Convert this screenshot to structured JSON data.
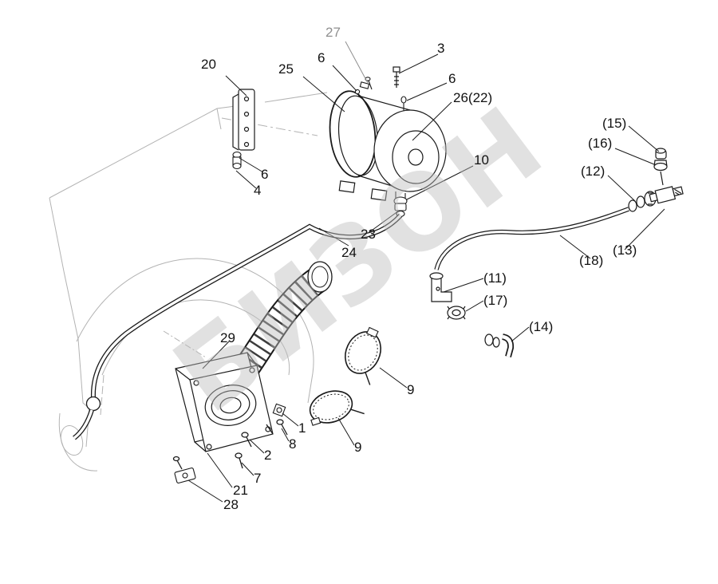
{
  "watermark": {
    "text": "БИЗОН",
    "color": "#bdbdbd"
  },
  "accent_colors": {
    "line": "#1a1a1a",
    "machine_outline": "#b3b3b3",
    "muted_label": "#8f8f8f"
  },
  "labels": [
    {
      "text": "20"
    },
    {
      "text": "27",
      "color": "#8f8f8f"
    },
    {
      "text": "3"
    },
    {
      "text": "6"
    },
    {
      "text": "25"
    },
    {
      "text": "6"
    },
    {
      "text": "26(22)"
    },
    {
      "text": "10"
    },
    {
      "text": "(15)"
    },
    {
      "text": "(16)"
    },
    {
      "text": "(12)"
    },
    {
      "text": "6"
    },
    {
      "text": "4"
    },
    {
      "text": "23"
    },
    {
      "text": "24"
    },
    {
      "text": "(13)"
    },
    {
      "text": "(18)"
    },
    {
      "text": "(11)"
    },
    {
      "text": "(17)"
    },
    {
      "text": "(14)"
    },
    {
      "text": "29"
    },
    {
      "text": "9"
    },
    {
      "text": "1"
    },
    {
      "text": "8"
    },
    {
      "text": "9"
    },
    {
      "text": "2"
    },
    {
      "text": "7"
    },
    {
      "text": "21"
    },
    {
      "text": "28"
    }
  ]
}
